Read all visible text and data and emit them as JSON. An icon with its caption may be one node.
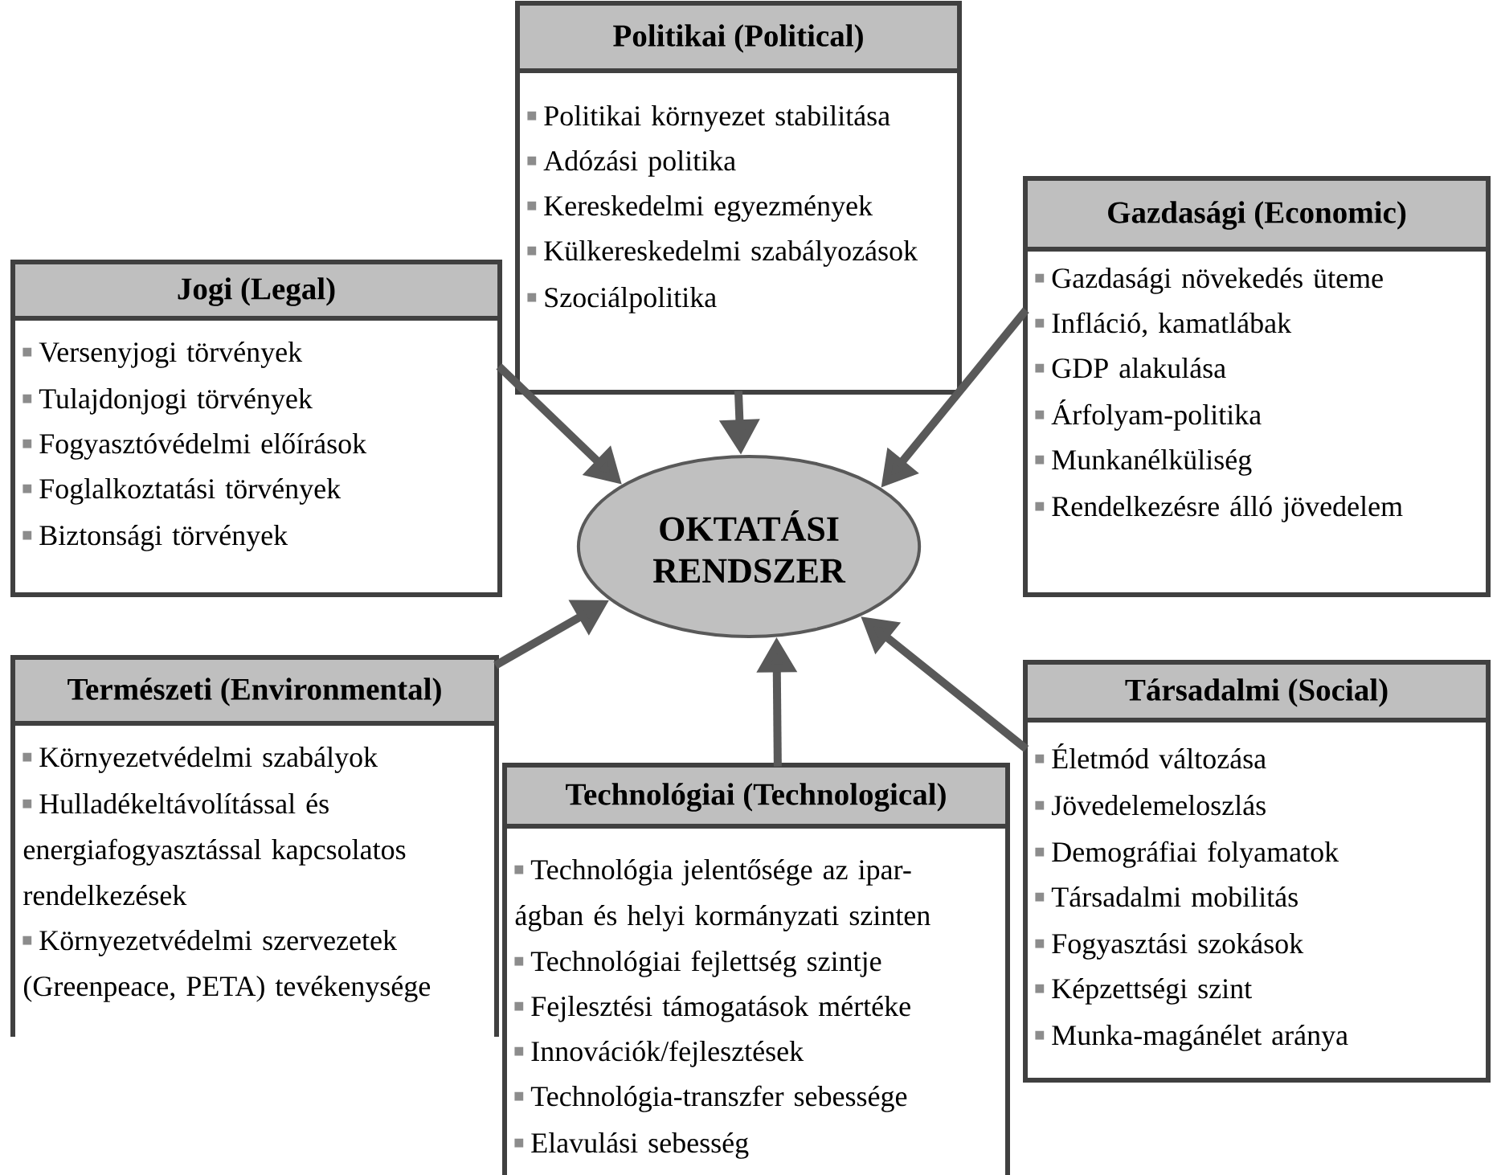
{
  "diagram": {
    "nodes": [
      {
        "text": [
          "Politikai (Political)",
          "Politikai környezet stabilitása",
          "Adózási politika",
          "Kereskedelmi egyezmények",
          "Külkereskedelmi szabályozások",
          "Szociálpolitika"
        ]
      },
      {
        "text": [
          "Jogi (Legal)",
          "Versenyjogi törvények",
          "Tulajdonjogi törvények",
          "Fogyasztóvédelmi előírások",
          "Foglalkoztatási törvények",
          "Biztonsági törvények"
        ]
      },
      {
        "text": [
          "Gazdasági (Economic)",
          "Gazdasági növekedés üteme",
          "Infláció, kamatlábak",
          "GDP alakulása",
          "Árfolyam-politika",
          "Munkanélküliség",
          "Rendelkezésre álló jövedelem"
        ]
      },
      {
        "text": [
          "OKTATÁSI RENDSZER"
        ]
      },
      {
        "text": [
          "Természeti (Environmental)",
          "Környezetvédelmi szabályok",
          "Hulladékeltávolítással és energiafogyasztással kapcsolatos rendelkezések",
          "Környezetvédelmi szervezetek (Greenpeace, PETA) tevékenysége"
        ]
      },
      {
        "text": [
          "Technológiai (Technological)",
          "Technológia jelentősége az ipar-ágban és helyi kormányzati szinten",
          "Technológiai fejlettség szintje",
          "Fejlesztési támogatások mértéke",
          "Innovációk/fejlesztések",
          "Technológia-transzfer sebessége",
          "Elavulási sebesség"
        ]
      },
      {
        "text": [
          "Társadalmi (Social)",
          "Életmód változása",
          "Jövedelemeloszlás",
          "Demográfiai folyamatok",
          "Társadalmi mobilitás",
          "Fogyasztási szokások",
          "Képzettségi szint",
          "Munka-magánélet aránya"
        ]
      }
    ],
    "edges": [
      {
        "from": 0,
        "to": 3,
        "arrow": "to"
      },
      {
        "from": 1,
        "to": 3,
        "arrow": "to"
      },
      {
        "from": 2,
        "to": 3,
        "arrow": "to"
      },
      {
        "from": 4,
        "to": 3,
        "arrow": "to"
      },
      {
        "from": 5,
        "to": 3,
        "arrow": "to"
      },
      {
        "from": 6,
        "to": 3,
        "arrow": "to"
      }
    ]
  }
}
